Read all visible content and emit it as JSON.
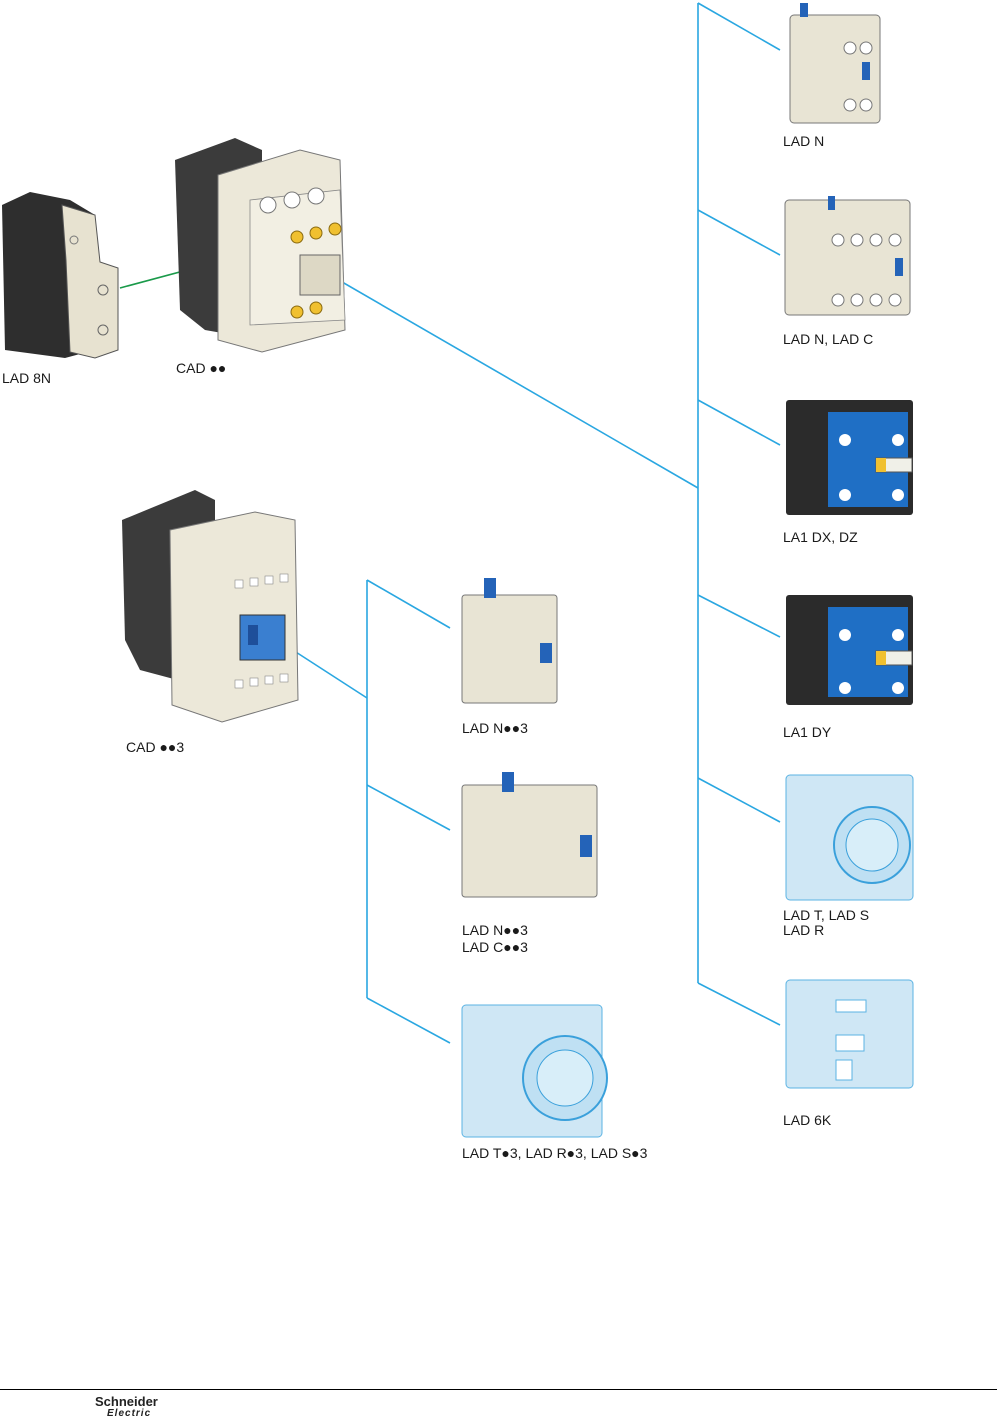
{
  "labels": {
    "lad_8n": "LAD 8N",
    "cad": "CAD ●●",
    "cad3": "CAD ●●3",
    "lad_n": "LAD N",
    "lad_n_lad_c": "LAD N, LAD C",
    "la1_dx_dz": "LA1 DX, DZ",
    "la1_dy": "LA1 DY",
    "lad_t_lad_s": "LAD T, LAD S",
    "lad_r": "LAD R",
    "lad_6k": "LAD 6K",
    "lad_n3_a": "LAD N●●3",
    "lad_n3_b": "LAD N●●3",
    "lad_c3": "LAD C●●3",
    "lad_t3": "LAD T●3, LAD R●3, LAD S●3"
  },
  "footer": {
    "brand_line1": "Schneider",
    "brand_line2": "Electric"
  },
  "colors": {
    "connector": "#2aa7e1",
    "side_link": "#1a9a4a",
    "module_beige": "#e6e2d2",
    "module_blue": "#1f6fc5",
    "module_black": "#2b2b2b",
    "timer_blue": "#bfe0f3"
  }
}
